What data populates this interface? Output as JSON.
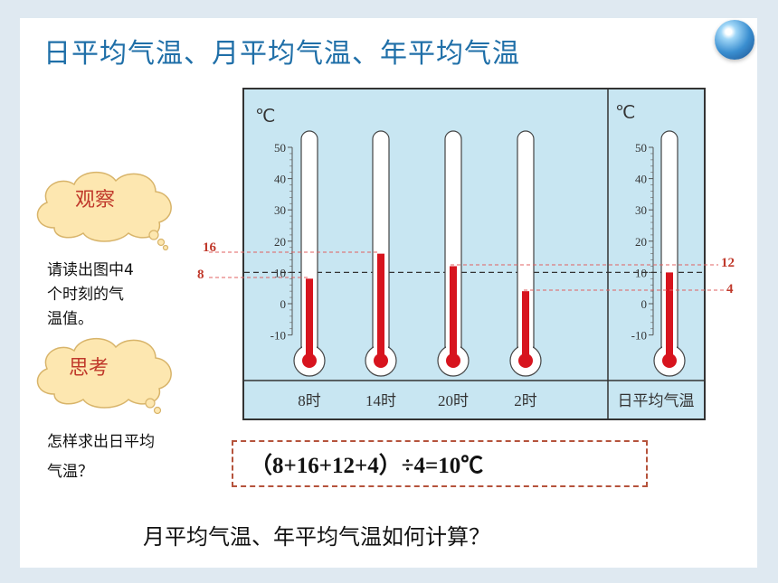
{
  "title": "日平均气温、月平均气温、年平均气温",
  "observe": {
    "label": "观察",
    "text_lines": [
      "请读出图中4",
      "个时刻的气",
      "温值。"
    ]
  },
  "think": {
    "label": "思考",
    "text_lines": [
      "怎样求出日平均",
      "气温？"
    ]
  },
  "figure": {
    "unit_left": "℃",
    "unit_right": "℃",
    "scale_ticks": [
      "50",
      "40",
      "30",
      "20",
      "10",
      "0",
      "-10"
    ],
    "thermometers": [
      {
        "time": "8时",
        "temp": 8
      },
      {
        "time": "14时",
        "temp": 16
      },
      {
        "time": "20时",
        "temp": 12
      },
      {
        "time": "2时",
        "temp": 4
      }
    ],
    "average": {
      "label": "日平均气温",
      "temp": 10
    },
    "ref_left": [
      "16",
      "8"
    ],
    "ref_right": [
      "12",
      "4"
    ]
  },
  "equation": "（8+16+12+4）÷4=10℃",
  "question": "月平均气温、年平均气温如何计算？",
  "colors": {
    "title": "#1f6fa8",
    "mercury": "#d7141e",
    "cloud": "#fde7b0",
    "panel_bg": "#c8e6f2",
    "ref_line": "#e06060"
  }
}
